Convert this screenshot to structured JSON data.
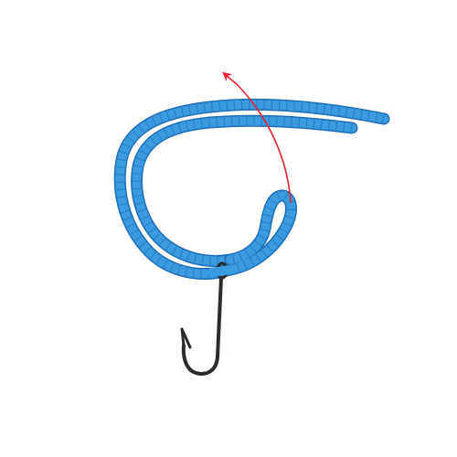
{
  "illustration": {
    "subject": "fishing-knot-step",
    "colors": {
      "background": "#ffffff",
      "line": "#3a9be0",
      "line_outline": "#1f6fb8",
      "line_segment": "#5fb6ef",
      "hook": "#2b2b2b",
      "direction_arrow": "#e8232e"
    },
    "parts": [
      "fishing-line",
      "line-loop",
      "fish-hook",
      "direction-arrow"
    ]
  }
}
